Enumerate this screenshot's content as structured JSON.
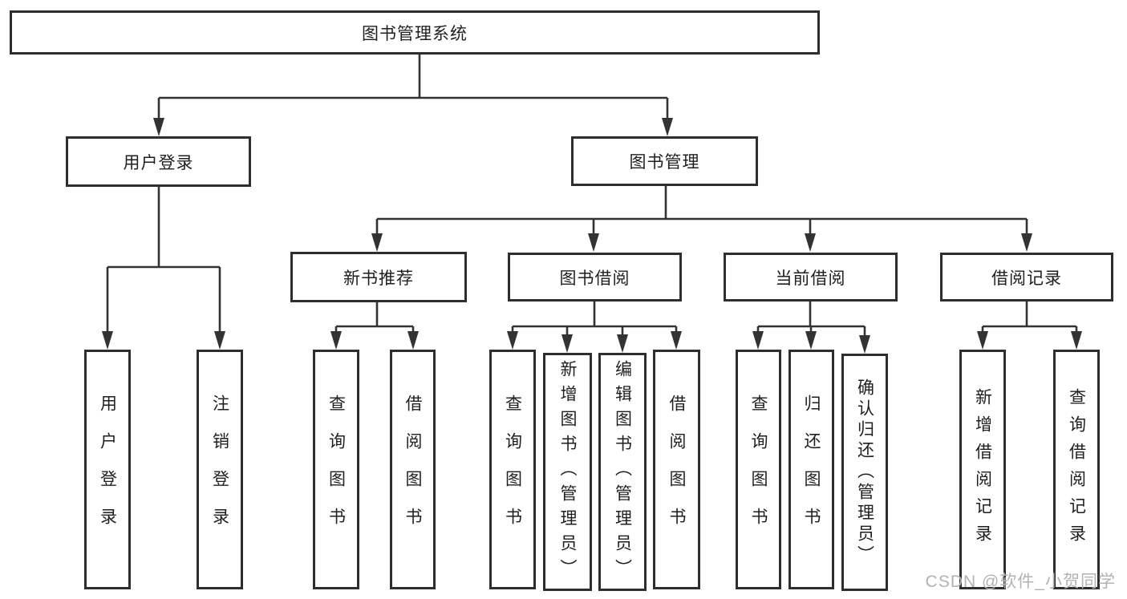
{
  "nodes": {
    "root": "图书管理系统",
    "user_login": "用户登录",
    "book_mgmt": "图书管理",
    "new_book_rec": "新书推荐",
    "book_borrow": "图书借阅",
    "current_borrow": "当前借阅",
    "borrow_records": "借阅记录",
    "leaf_user_login": "用户登录",
    "leaf_logout": "注销登录",
    "rec_query_books": "查询图书",
    "rec_borrow_books": "借阅图书",
    "bor_query_books": "查询图书",
    "bor_add_books": "新增图书（管理员）",
    "bor_edit_books": "编辑图书（管理员）",
    "bor_borrow_books": "借阅图书",
    "cur_query_books": "查询图书",
    "cur_return_books": "归还图书",
    "cur_confirm_return": "确认归还（管理员）",
    "rc_add_record": "新增借阅记录",
    "rc_query_record": "查询借阅记录"
  },
  "hierarchy": {
    "图书管理系统": {
      "用户登录": [
        "用户登录",
        "注销登录"
      ],
      "图书管理": {
        "新书推荐": [
          "查询图书",
          "借阅图书"
        ],
        "图书借阅": [
          "查询图书",
          "新增图书（管理员）",
          "编辑图书（管理员）",
          "借阅图书"
        ],
        "当前借阅": [
          "查询图书",
          "归还图书",
          "确认归还（管理员）"
        ],
        "借阅记录": [
          "新增借阅记录",
          "查询借阅记录"
        ]
      }
    }
  },
  "colors": {
    "border": "#2e2e2e",
    "line": "#333333",
    "text": "#1f1f1f",
    "background": "#ffffff",
    "watermark": "#b3b3b3"
  },
  "watermark": "CSDN @软件_小贺同学"
}
